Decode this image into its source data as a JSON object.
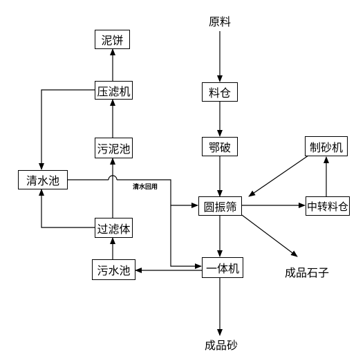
{
  "nodes": {
    "raw_material": "原料",
    "material_bin": "料仓",
    "jaw_crusher": "鄂破",
    "sand_maker": "制砂机",
    "round_screen": "圆振筛",
    "transfer_bin": "中转料仓",
    "finished_stone": "成品石子",
    "integrated_machine": "一体机",
    "finished_sand": "成品砂",
    "sewage_pool": "污水池",
    "filter_body": "过滤体",
    "sludge_pool": "污泥池",
    "filter_press": "压滤机",
    "mud_cake": "泥饼",
    "clean_water_pool": "清水池"
  },
  "labels": {
    "clean_water_reuse": "清水回用"
  }
}
